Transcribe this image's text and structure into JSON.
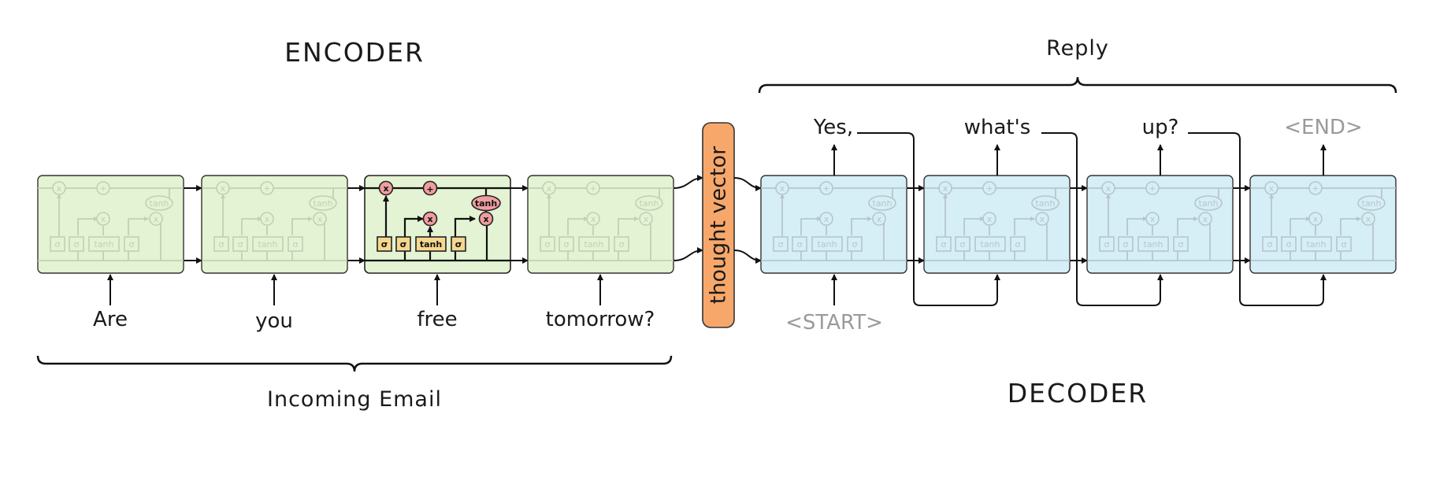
{
  "encoder": {
    "title": "ENCODER",
    "caption": "Incoming Email",
    "inputs": [
      "Are",
      "you",
      "free",
      "tomorrow?"
    ]
  },
  "thought_vector": "thought vector",
  "decoder": {
    "title": "DECODER",
    "caption": "Reply",
    "start_token": "<START>",
    "outputs": [
      "Yes,",
      "what's",
      "up?",
      "<END>"
    ]
  },
  "cell": {
    "sigma": "σ",
    "tanh": "tanh",
    "mult": "x",
    "add": "+"
  },
  "colors": {
    "encoder_fill": "#e3f3d3",
    "decoder_fill": "#d6eef6",
    "thought_vector": "#f7a76a",
    "gate_box": "#f5d78e",
    "op_circle": "#ef9ea0"
  }
}
